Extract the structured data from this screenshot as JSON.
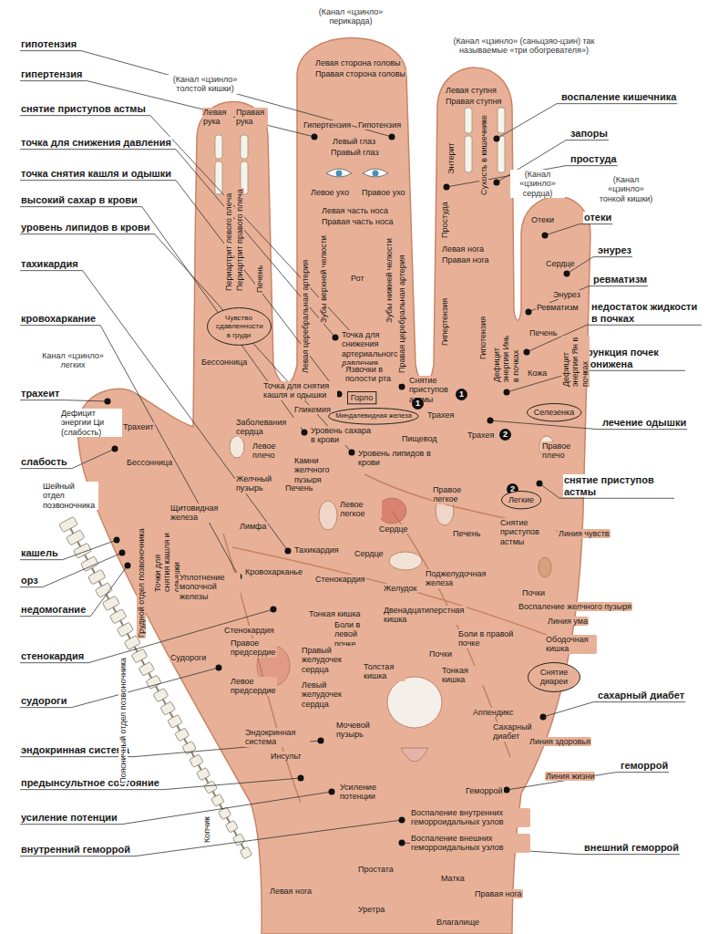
{
  "diagram": {
    "nodes": [
      {
        "text": [
          "Горло"
        ]
      },
      {
        "text": [
          "Миндалевидная железа"
        ]
      },
      {
        "text": [
          "Селезенка"
        ]
      },
      {
        "text": [
          "Легкие"
        ]
      },
      {
        "text": [
          "Чувство сдавленности в груди"
        ]
      },
      {
        "text": [
          "Снятие диареи"
        ]
      }
    ],
    "labels": [
      "гипотензия",
      "гипертензия",
      "снятие приступов астмы",
      "точка для снижения давления",
      "точка снятия кашля и одышки",
      "высокий сахар в крови",
      "уровень липидов в крови",
      "тахикардия",
      "кровохаркание",
      "трахеит",
      "слабость",
      "кашель",
      "орз",
      "недомогание",
      "стенокардия",
      "судороги",
      "эндокринная система",
      "предынсультное состояние",
      "усиление потенции",
      "внутренний геморрой",
      "воспаление кишечника",
      "запоры",
      "простуда",
      "отеки",
      "энурез",
      "ревматизм",
      "недостаток жидкости в почках",
      "функция почек понижена",
      "лечение одышки",
      "снятие приступов астмы",
      "сахарный диабет",
      "геморрой",
      "внешний геморрой",
      "(Канал «цзинло» перикарда)",
      "(Канал «цзинло» толстой кишки)",
      "(Канал «цзинло» (саньцзяо-цзин) так называемые «три обогревателя»)",
      "(Канал «цзинло» сердца)",
      "(Канал «цзинло» тонкой кишки)",
      "Канал «цзинло» легких",
      "Левая рука",
      "Правая рука",
      "Гипертензия",
      "Гипотензия",
      "Левая сторона головы",
      "Правая сторона головы",
      "Левый глаз",
      "Правый глаз",
      "Левое ухо",
      "Правое ухо",
      "Левая часть носа",
      "Правая часть носа",
      "Зубы верхней челюсти",
      "Рот",
      "Зубы нижней челюсти",
      "Точка для снижения артериального давления",
      "Язвочки в полости рта",
      "Левая ступня",
      "Правая ступня",
      "Энтерит",
      "Сухость в кишечнике",
      "Простуда",
      "Левая нога",
      "Правая нога",
      "Гипертензия",
      "Гипотензия",
      "Отеки",
      "Сердце",
      "Энурез",
      "Ревматизм",
      "Печень",
      "Кожа",
      "Дефицит энергии Инь в почках",
      "Дефицит энергии Ян в почках",
      "Периартрит левого плеча",
      "Периартрит правого плеча",
      "Печень",
      "Левая церебральная артерия",
      "Правая церебральная артерия",
      "Бессонница",
      "Точка для снятия кашля и одышки",
      "Гликемия",
      "Снятие приступов астмы",
      "Трахея",
      "Уровень сахара в крови",
      "Пищевод",
      "Уровень липидов в крови",
      "Заболевания сердца",
      "Левое плечо",
      "Камни желчного пузыря",
      "Желчный пузырь",
      "Печень",
      "Левое легкое",
      "Сердце",
      "Правое легкое",
      "Печень",
      "Трахея",
      "Правое плечо",
      "Снятие приступов астмы",
      "Линия чувств",
      "Почки",
      "Воспаление желчного пузыря",
      "Линия ума",
      "Ободочная кишка",
      "Дефицит энергии Ци (слабость)",
      "Трахеит",
      "Бессонница",
      "Шейный отдел позвоночника",
      "Щитовидная железа",
      "Лимфа",
      "Точки для снятия кашля и одышки",
      "Уплотнение молочной железы",
      "Кровохарканье",
      "Тахикардия",
      "Сердце",
      "Стенокардия",
      "Желудок",
      "Поджелудочная железа",
      "Тонкая кишка",
      "Двенадцатиперстная кишка",
      "Боли в левой почке",
      "Боли в правой почке",
      "Почки",
      "Стенокардия",
      "Правое предсердие",
      "Правый желудочек сердца",
      "Левое предсердие",
      "Левый желудочек сердца",
      "Толстая кишка",
      "Тонкая кишка",
      "Аппендикс",
      "Сахарный диабет",
      "Линия здоровья",
      "Судороги",
      "Эндокринная система",
      "Мочевой пузырь",
      "Инсульт",
      "Геморрой",
      "Линия жизни",
      "Усиление потенции",
      "Грудной отдел позвоночника",
      "Поясничный отдел позвоночника",
      "Копчик",
      "Воспаление внутренних геморроидальных узлов",
      "Воспаление внешних геморроидальных узлов",
      "Простата",
      "Матка",
      "Левая нога",
      "Правая нога",
      "Уретра",
      "Влагалище",
      "1",
      "1",
      "2",
      "2"
    ]
  }
}
